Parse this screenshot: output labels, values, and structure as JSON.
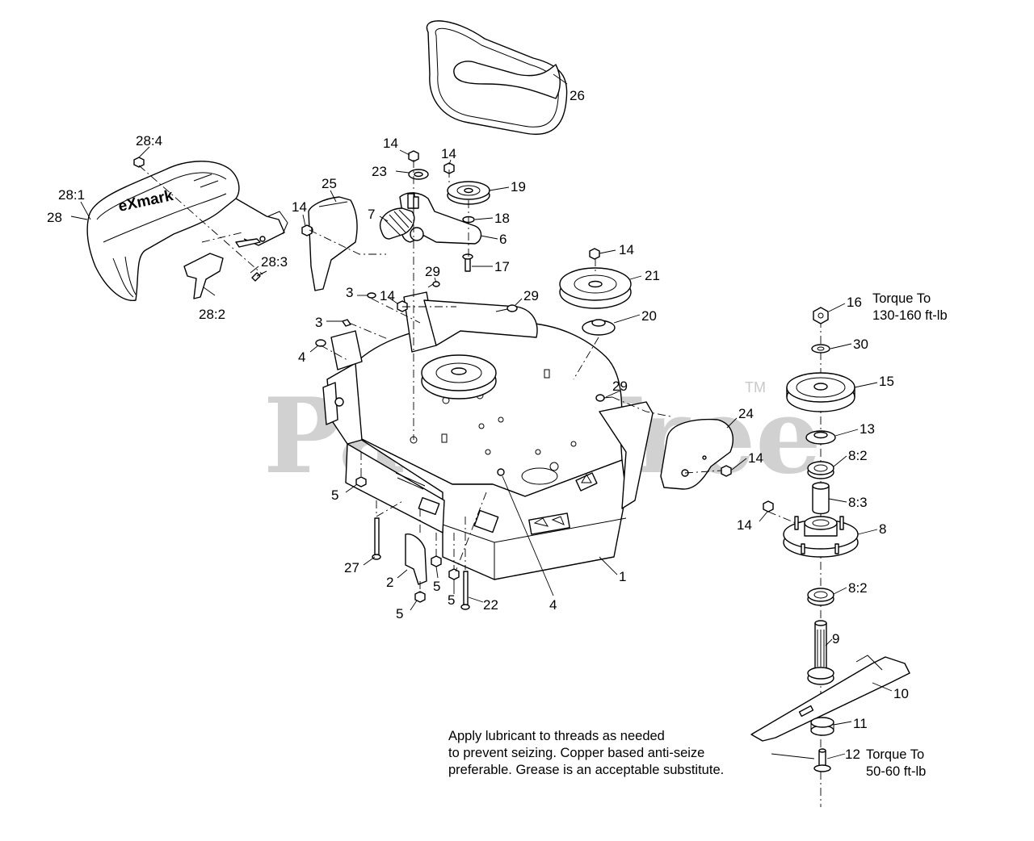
{
  "watermark": {
    "text": "PartsTree",
    "mark": "TM"
  },
  "callouts": [
    {
      "id": "c26",
      "text": "26"
    },
    {
      "id": "c28_4",
      "text": "28:4"
    },
    {
      "id": "c28_1",
      "text": "28:1"
    },
    {
      "id": "c28",
      "text": "28"
    },
    {
      "id": "c28_3",
      "text": "28:3"
    },
    {
      "id": "c28_2",
      "text": "28:2"
    },
    {
      "id": "c14a",
      "text": "14"
    },
    {
      "id": "c14b",
      "text": "14"
    },
    {
      "id": "c23",
      "text": "23"
    },
    {
      "id": "c19",
      "text": "19"
    },
    {
      "id": "c25",
      "text": "25"
    },
    {
      "id": "c14c",
      "text": "14"
    },
    {
      "id": "c7",
      "text": "7"
    },
    {
      "id": "c18",
      "text": "18"
    },
    {
      "id": "c6",
      "text": "6"
    },
    {
      "id": "c17",
      "text": "17"
    },
    {
      "id": "c14d",
      "text": "14"
    },
    {
      "id": "c21",
      "text": "21"
    },
    {
      "id": "c29a",
      "text": "29"
    },
    {
      "id": "c3a",
      "text": "3"
    },
    {
      "id": "c14e",
      "text": "14"
    },
    {
      "id": "c29b",
      "text": "29"
    },
    {
      "id": "c20",
      "text": "20"
    },
    {
      "id": "c3b",
      "text": "3"
    },
    {
      "id": "c4a",
      "text": "4"
    },
    {
      "id": "c16",
      "text": "16"
    },
    {
      "id": "c30",
      "text": "30"
    },
    {
      "id": "c15",
      "text": "15"
    },
    {
      "id": "c29c",
      "text": "29"
    },
    {
      "id": "c24",
      "text": "24"
    },
    {
      "id": "c13",
      "text": "13"
    },
    {
      "id": "c14f",
      "text": "14"
    },
    {
      "id": "c8_2a",
      "text": "8:2"
    },
    {
      "id": "c5a",
      "text": "5"
    },
    {
      "id": "c8_3",
      "text": "8:3"
    },
    {
      "id": "c14g",
      "text": "14"
    },
    {
      "id": "c8",
      "text": "8"
    },
    {
      "id": "c27",
      "text": "27"
    },
    {
      "id": "c1",
      "text": "1"
    },
    {
      "id": "c2",
      "text": "2"
    },
    {
      "id": "c5b",
      "text": "5"
    },
    {
      "id": "c8_2b",
      "text": "8:2"
    },
    {
      "id": "c5c",
      "text": "5"
    },
    {
      "id": "c22",
      "text": "22"
    },
    {
      "id": "c4b",
      "text": "4"
    },
    {
      "id": "c5d",
      "text": "5"
    },
    {
      "id": "c9",
      "text": "9"
    },
    {
      "id": "c10",
      "text": "10"
    },
    {
      "id": "c11",
      "text": "11"
    },
    {
      "id": "c12",
      "text": "12"
    }
  ],
  "notes": {
    "torque_top": [
      "Torque To",
      "130-160 ft-lb"
    ],
    "torque_bottom": [
      "Torque To",
      "50-60 ft-lb"
    ],
    "lubricant": [
      "Apply lubricant to threads as needed",
      "to prevent seizing. Copper based anti-seize",
      "preferable. Grease is an acceptable substitute."
    ]
  },
  "logo": {
    "text": "eXmark"
  }
}
